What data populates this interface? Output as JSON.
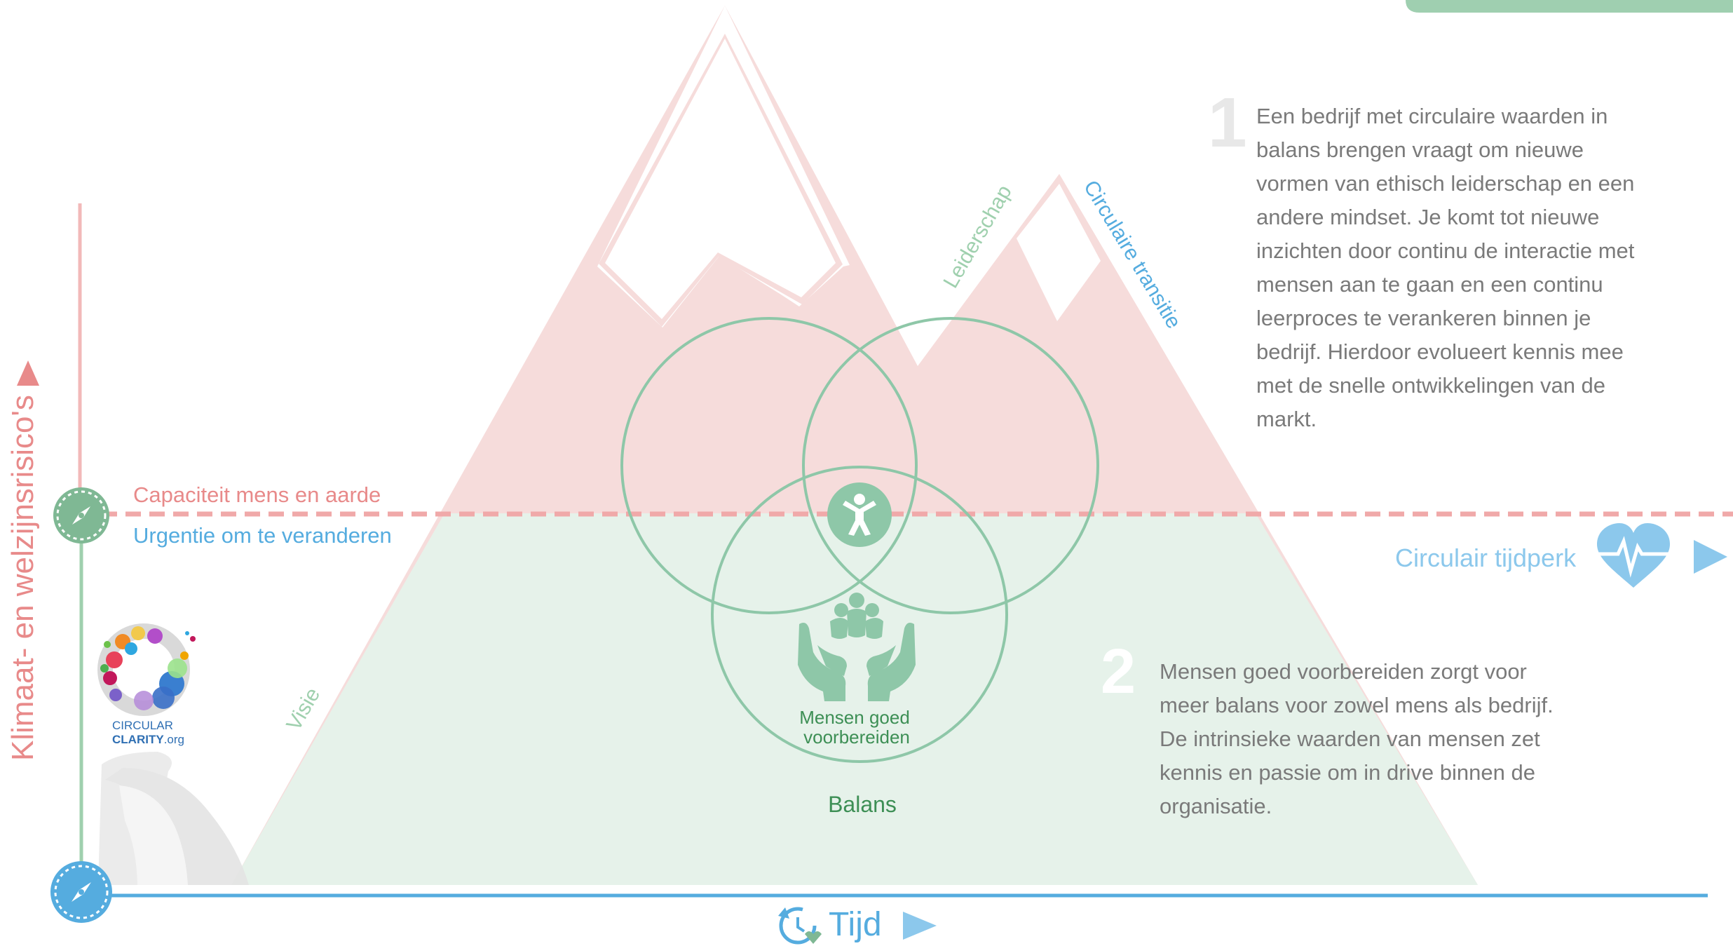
{
  "axes": {
    "y_label": "Klimaat- en welzijnsrisico's",
    "x_label": "Tijd"
  },
  "threshold": {
    "capacity_label": "Capaciteit mens en aarde",
    "urgency_label": "Urgentie om te veranderen",
    "era_label": "Circulair tijdperk"
  },
  "mountain": {
    "left_slope_label": "Visie",
    "peak_label_leadership": "Leiderschap",
    "right_slope_label": "Circulaire transitie"
  },
  "venn": {
    "center_label_line1": "Mensen goed",
    "center_label_line2": "voorbereiden",
    "below_label": "Balans"
  },
  "logo": {
    "line1": "CIRCULAR",
    "line2_bold": "CLARITY",
    "line2_suffix": ".org"
  },
  "section1": {
    "number": "1",
    "lines": [
      "Een bedrijf met circulaire waarden in",
      "balans brengen vraagt om nieuwe",
      "vormen van ethisch leiderschap en een",
      "andere mindset. Je komt tot nieuwe",
      "inzichten door continu de interactie met",
      "mensen aan te gaan en een continu",
      "leerproces te verankeren binnen je",
      "bedrijf. Hierdoor evolueert kennis mee",
      "met de snelle ontwikkelingen van de",
      "markt."
    ]
  },
  "section2": {
    "number": "2",
    "lines": [
      "Mensen goed voorbereiden zorgt voor",
      "meer balans voor zowel mens als bedrijf.",
      "De intrinsieke waarden van mensen zet",
      "kennis en passie om in drive binnen de",
      "organisatie."
    ]
  },
  "colors": {
    "risk_red": "#e88a8a",
    "mountain_pink": "#f6dcdb",
    "balance_green": "#e6f2ea",
    "circle_green": "#8ec7a8",
    "dark_green": "#3d8f55",
    "time_blue": "#55acdf",
    "era_blue": "#8cc8ec",
    "text_gray": "#7a7a7a",
    "number_gray": "#e8e8e8",
    "tab_green": "#9fcfb0"
  },
  "icons": [
    "compass-icon",
    "heartbeat-icon",
    "play-arrow-icon",
    "clock-icon",
    "person-icon",
    "group-icon",
    "hands-icon",
    "road-icon",
    "logo-icon"
  ]
}
